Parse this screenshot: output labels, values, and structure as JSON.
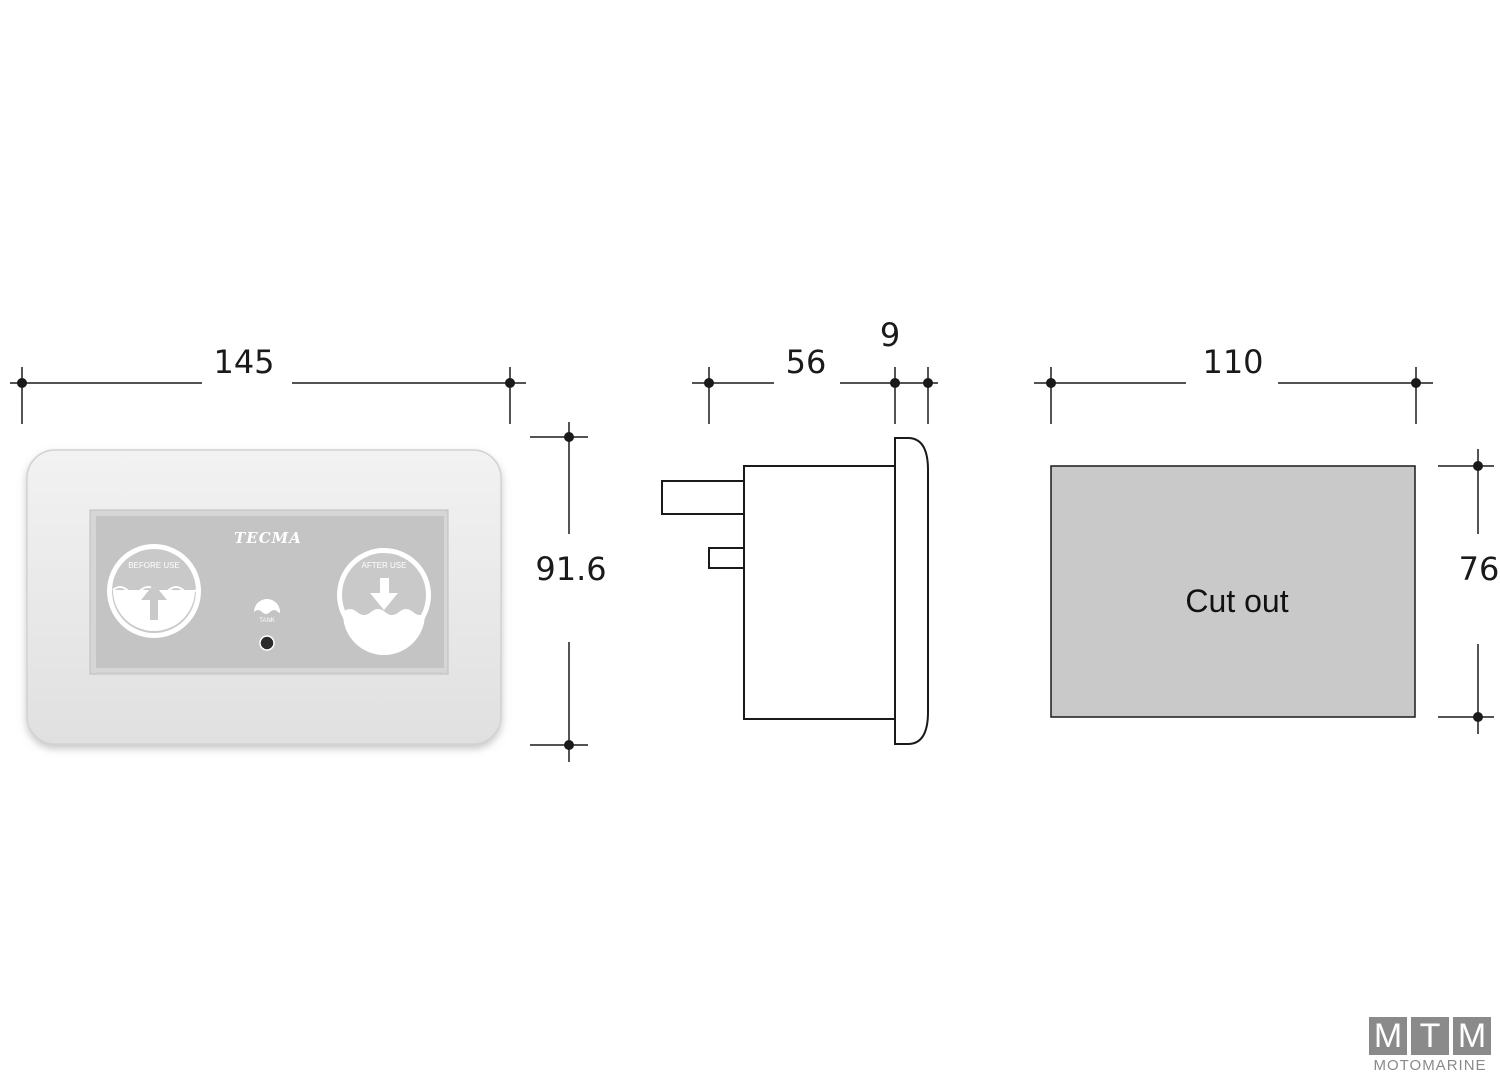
{
  "colors": {
    "line": "#1a1a1a",
    "bezel": "#e6e6e6",
    "panel_face": "#c2c2c2",
    "cutout_fill": "#c9c9c9",
    "watermark": "#8a8a8a"
  },
  "dimensions": {
    "front_width": "145",
    "front_height": "91.6",
    "side_depth": "56",
    "side_flange": "9",
    "cutout_width": "110",
    "cutout_height": "76"
  },
  "panel": {
    "brand": "TECMA",
    "left_button_label": "BEFORE USE",
    "right_button_label": "AFTER USE",
    "tank_label": "TANK",
    "left_button_icon": "arrow-up-icon",
    "right_button_icon": "arrow-down-icon"
  },
  "cutout": {
    "label": "Cut out"
  },
  "watermark": {
    "letters": [
      "M",
      "T",
      "M"
    ],
    "subtitle": "MOTOMARINE"
  }
}
